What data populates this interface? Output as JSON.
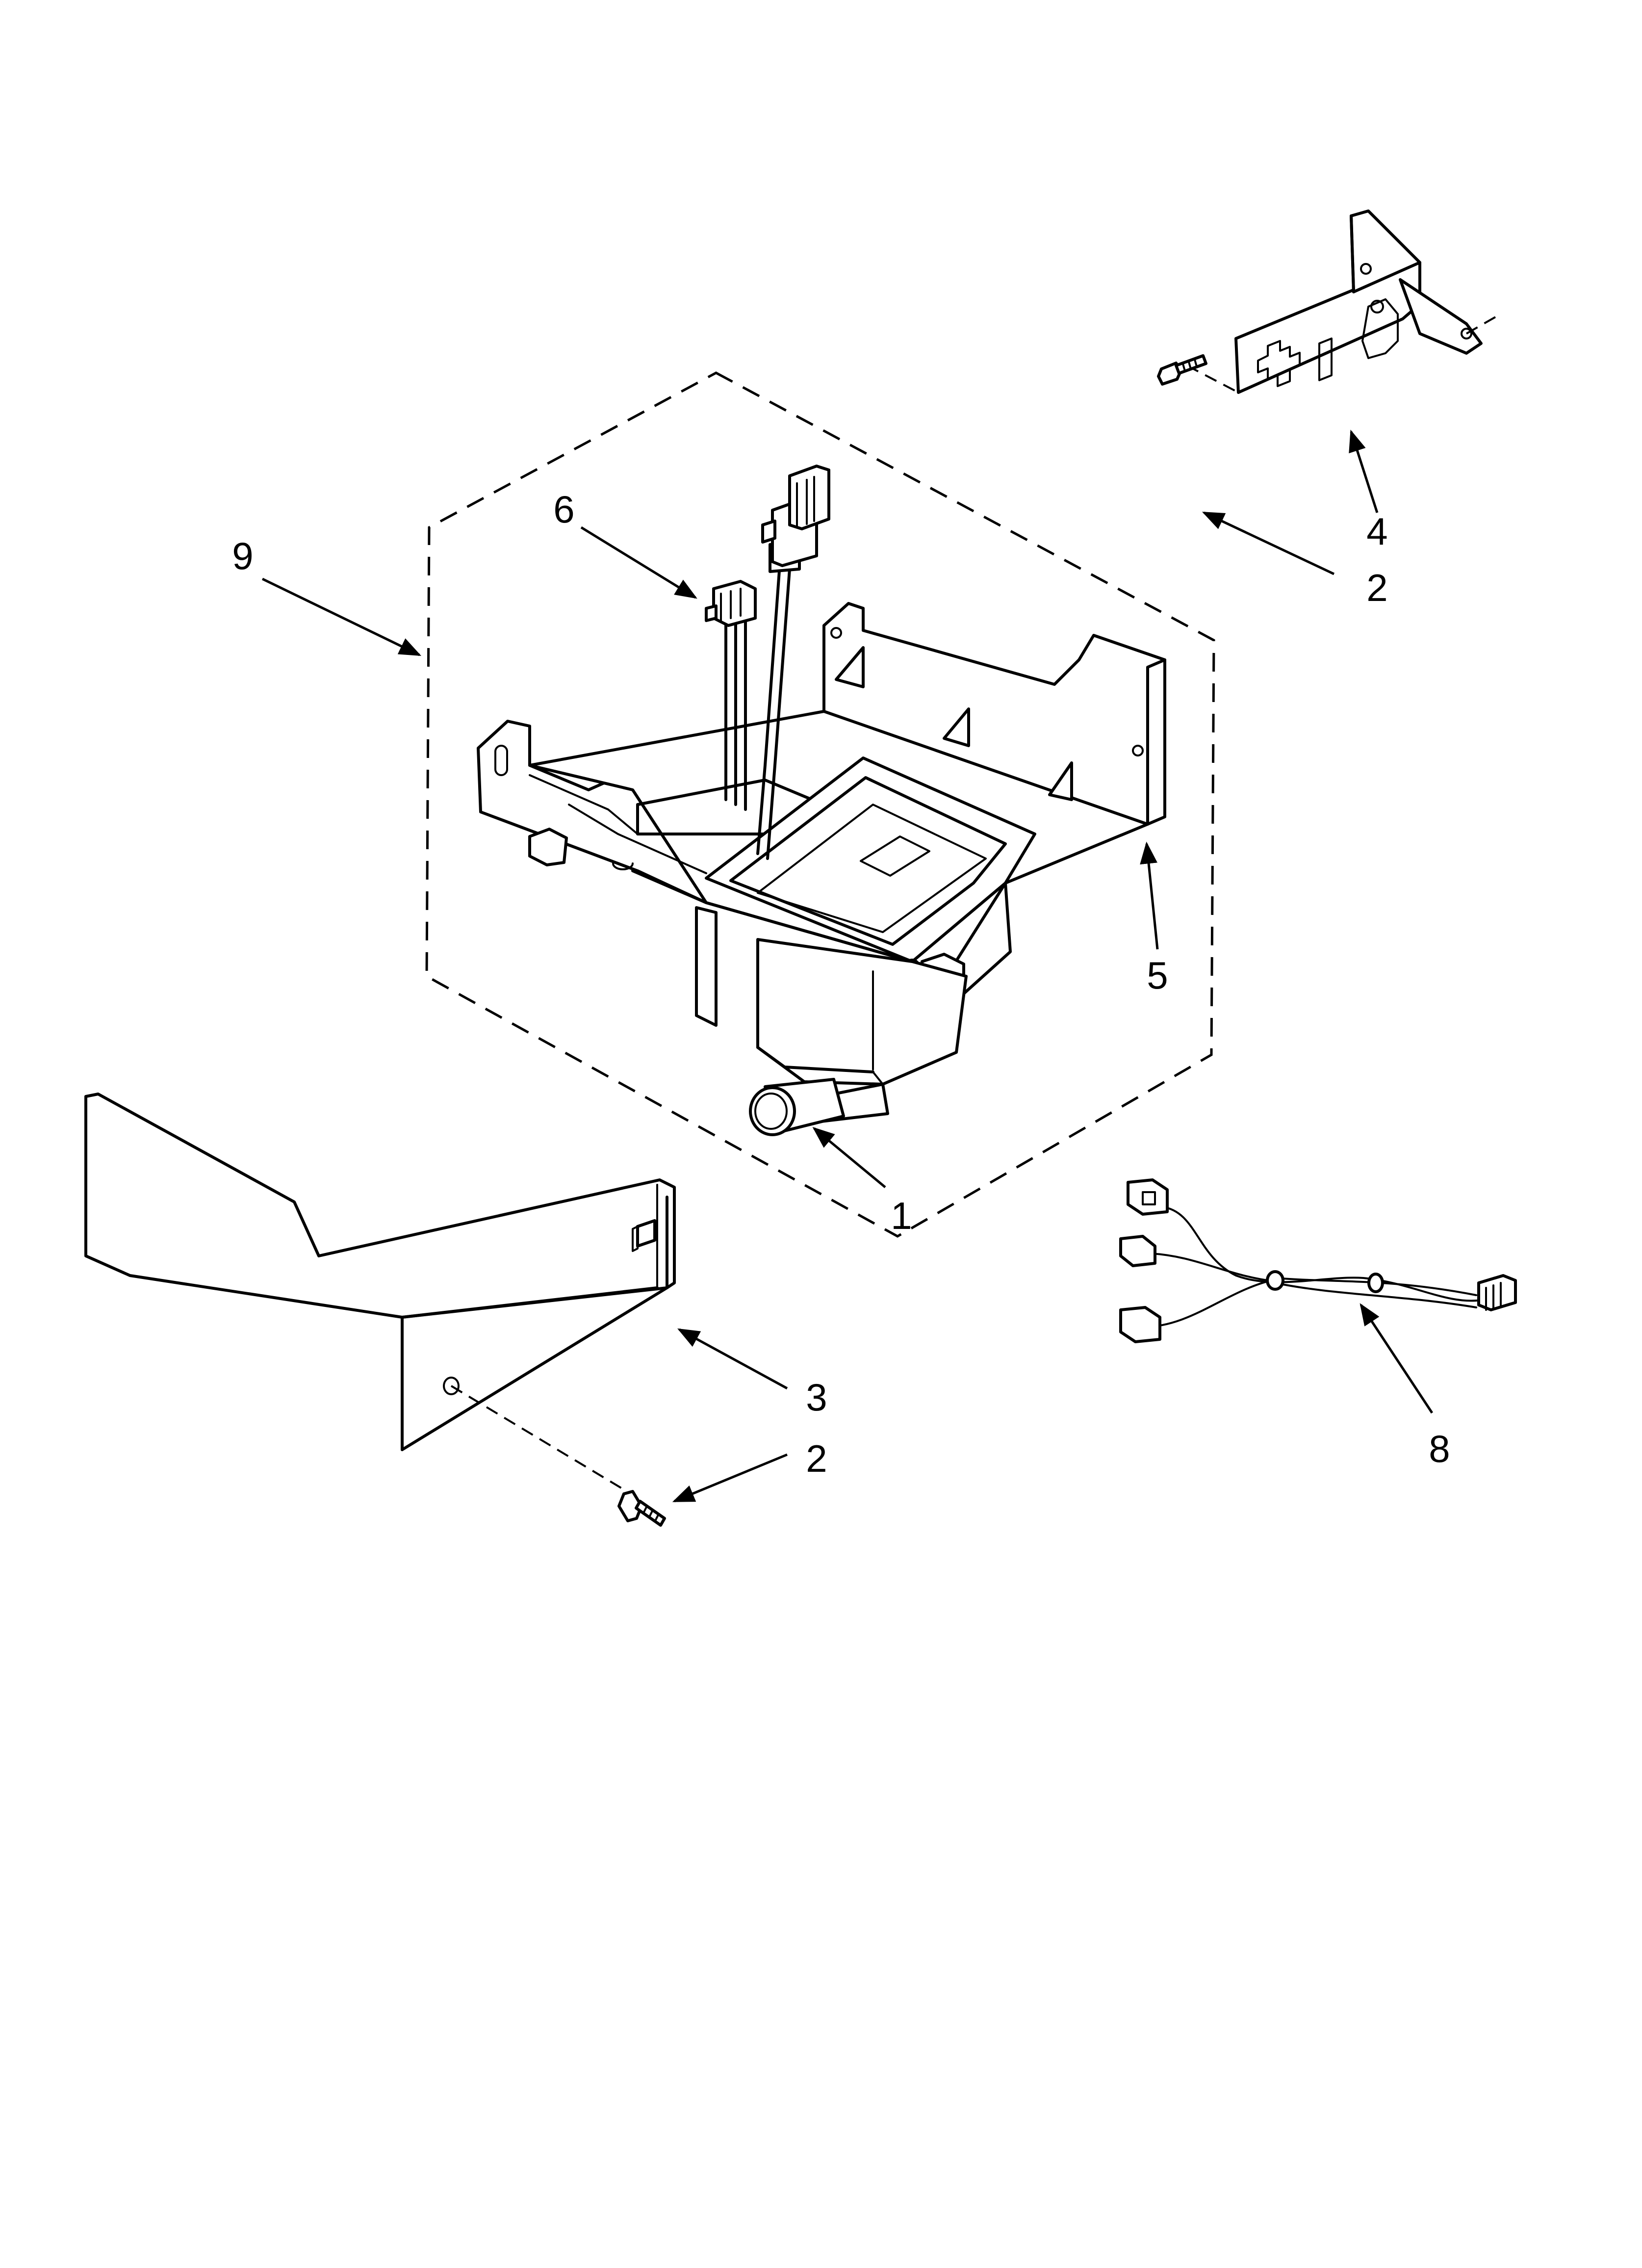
{
  "callouts": [
    {
      "id": "callout-1",
      "label": "1"
    },
    {
      "id": "callout-2-top",
      "label": "2"
    },
    {
      "id": "callout-2-bottom",
      "label": "2"
    },
    {
      "id": "callout-3",
      "label": "3"
    },
    {
      "id": "callout-4",
      "label": "4"
    },
    {
      "id": "callout-5",
      "label": "5"
    },
    {
      "id": "callout-6",
      "label": "6"
    },
    {
      "id": "callout-8",
      "label": "8"
    },
    {
      "id": "callout-9",
      "label": "9"
    }
  ],
  "colors": {
    "line": "#000000",
    "background": "#ffffff"
  }
}
